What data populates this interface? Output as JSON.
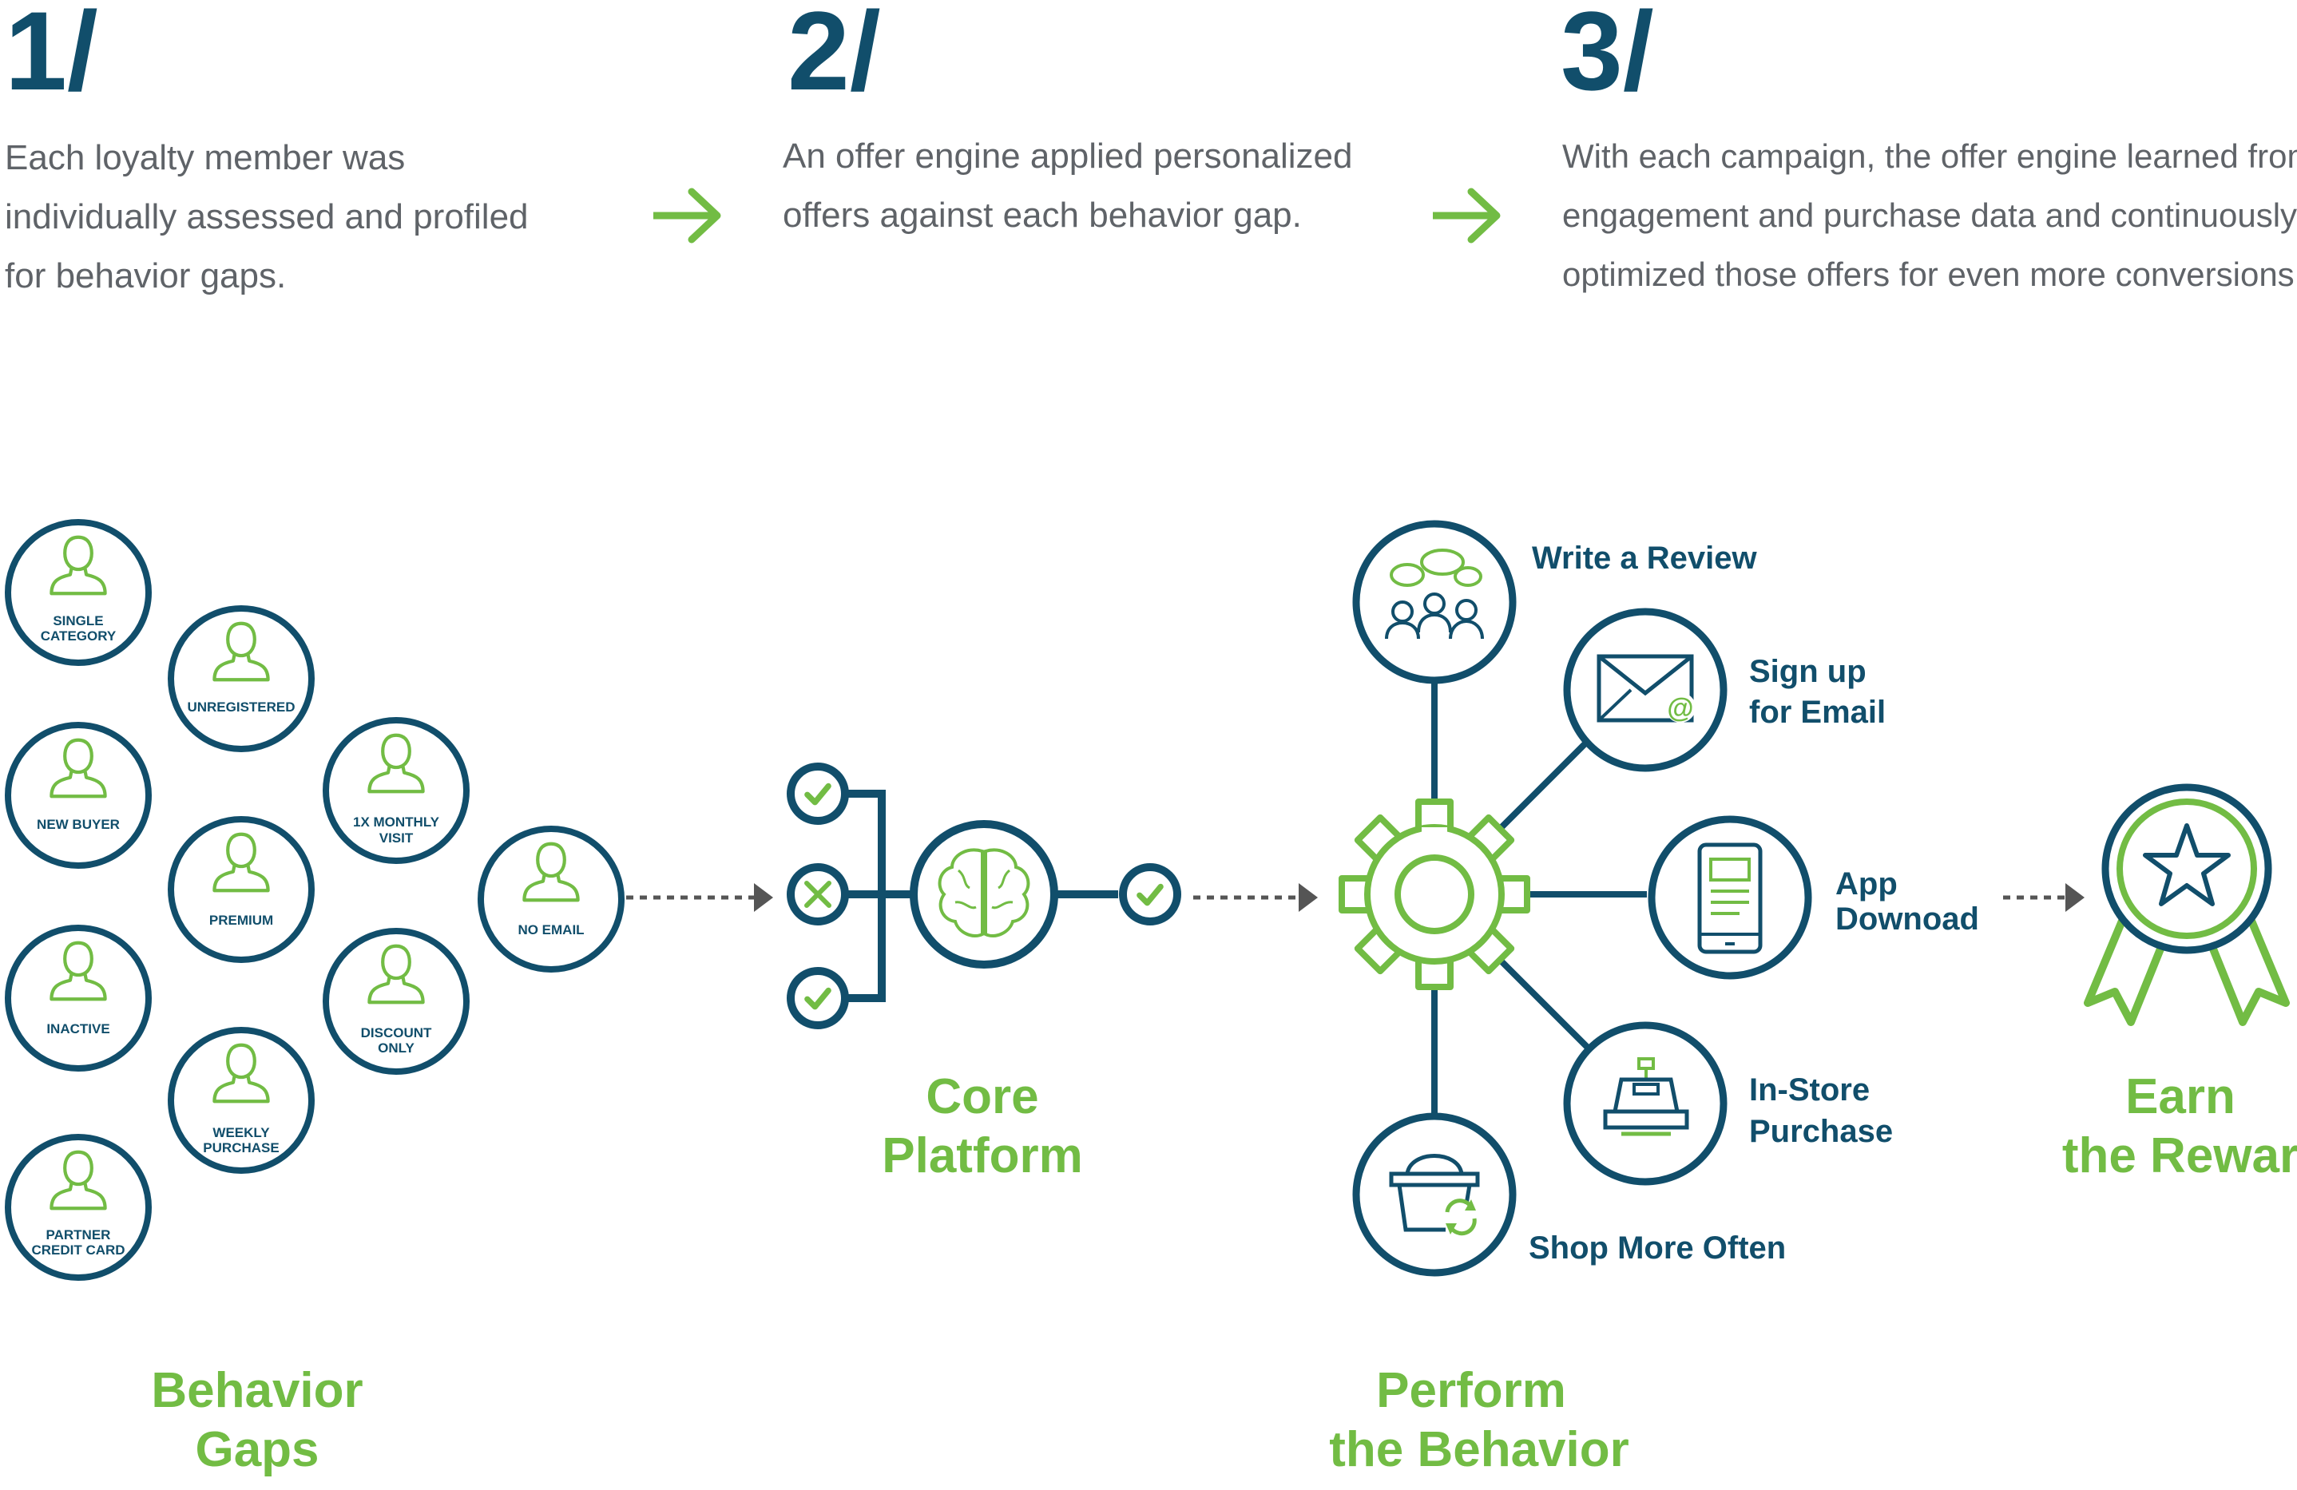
{
  "steps": [
    {
      "number": "1/",
      "lines": [
        "Each loyalty member was",
        "individually assessed and profiled",
        "for behavior gaps."
      ]
    },
    {
      "number": "2/",
      "lines": [
        "An offer engine applied personalized",
        "offers against each behavior gap."
      ]
    },
    {
      "number": "3/",
      "lines": [
        "With each campaign, the offer engine learned from",
        "engagement and purchase data and continuously",
        "optimized those offers for even more conversions."
      ]
    }
  ],
  "gaps": [
    [
      "SINGLE",
      "CATEGORY"
    ],
    [
      "UNREGISTERED"
    ],
    [
      "NEW BUYER"
    ],
    [
      "1X MONTHLY",
      "VISIT"
    ],
    [
      "PREMIUM"
    ],
    [
      "NO EMAIL"
    ],
    [
      "INACTIVE"
    ],
    [
      "DISCOUNT",
      "ONLY"
    ],
    [
      "WEEKLY",
      "PURCHASE"
    ],
    [
      "PARTNER",
      "CREDIT CARD"
    ]
  ],
  "sections": {
    "gaps": [
      "Behavior",
      "Gaps"
    ],
    "core": [
      "Core",
      "Platform"
    ],
    "perform": [
      "Perform",
      "the Behavior"
    ],
    "earn": [
      "Earn",
      "the Rewar"
    ]
  },
  "behaviors": [
    {
      "lines": [
        "Write a Review"
      ],
      "icon": "review-people-icon"
    },
    {
      "lines": [
        "Sign up",
        "for Email"
      ],
      "icon": "email-icon"
    },
    {
      "lines": [
        "App",
        "Downoad"
      ],
      "icon": "phone-icon"
    },
    {
      "lines": [
        "In-Store",
        "Purchase"
      ],
      "icon": "register-icon"
    },
    {
      "lines": [
        "Shop More Often"
      ],
      "icon": "basket-icon"
    }
  ],
  "colors": {
    "navy": "#114e6b",
    "green": "#72bc44",
    "gray_text": "#5f6368",
    "arrow_gray": "#555555"
  }
}
